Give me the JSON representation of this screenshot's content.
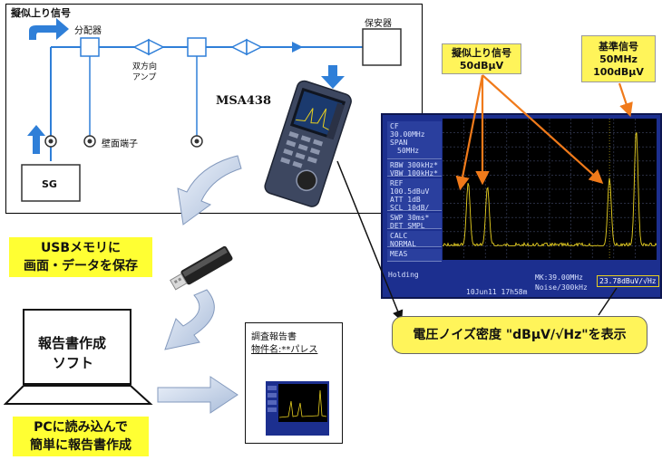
{
  "wiring": {
    "pseudo_signal": "擬似上り信号",
    "splitter": "分配器",
    "bidir_amp_line1": "双方向",
    "bidir_amp_line2": "アンプ",
    "wall_terminal": "壁面端子",
    "protector": "保安器",
    "sg": "SG",
    "device_name": "MSA438"
  },
  "usb": {
    "line1": "USBメモリに",
    "line2": "画面・データを保存"
  },
  "pc": {
    "soft_line1": "報告書作成",
    "soft_line2": "ソフト",
    "line1": "PCに読み込んで",
    "line2": "簡単に報告書作成"
  },
  "report": {
    "title": "調査報告書",
    "item": "物件名:**パレス"
  },
  "callouts": {
    "pseudo_title": "擬似上り信号",
    "pseudo_value": "50dBμV",
    "ref_title": "基準信号",
    "ref_freq": "50MHz",
    "ref_level": "100dBμV",
    "noise_density": "電圧ノイズ密度 \"dBμV/√Hz\"を表示"
  },
  "analyzer": {
    "cf_label": "CF",
    "cf_value": "30.00MHz",
    "span_label": "SPAN",
    "span_value": "50MHz",
    "rbw": "RBW 300kHz*",
    "vbw": "VBW 100kHz*",
    "ref_label": "REF",
    "ref_value": "100.5dBuV",
    "att": "ATT  1dB",
    "scl": "SCL  10dB/",
    "swp": "SWP  30ms*",
    "det": "DET  SMPL",
    "calc_label": "CALC",
    "calc_value": "NORMAL",
    "meas": "MEAS",
    "holding": "Holding",
    "marker": "MK:39.00MHz",
    "noise": "Noise/300kHz",
    "readout": "23.78dBuV/√Hz",
    "datetime": "10Jun11 17h58m"
  },
  "colors": {
    "callout_yellow": "#fff45a",
    "label_yellow": "#ffff33",
    "arrow_orange": "#f07a1a",
    "wire_blue": "#2f7fd8",
    "analyzer_bg": "#1c2f8f",
    "trace_yellow": "#e8d020"
  }
}
